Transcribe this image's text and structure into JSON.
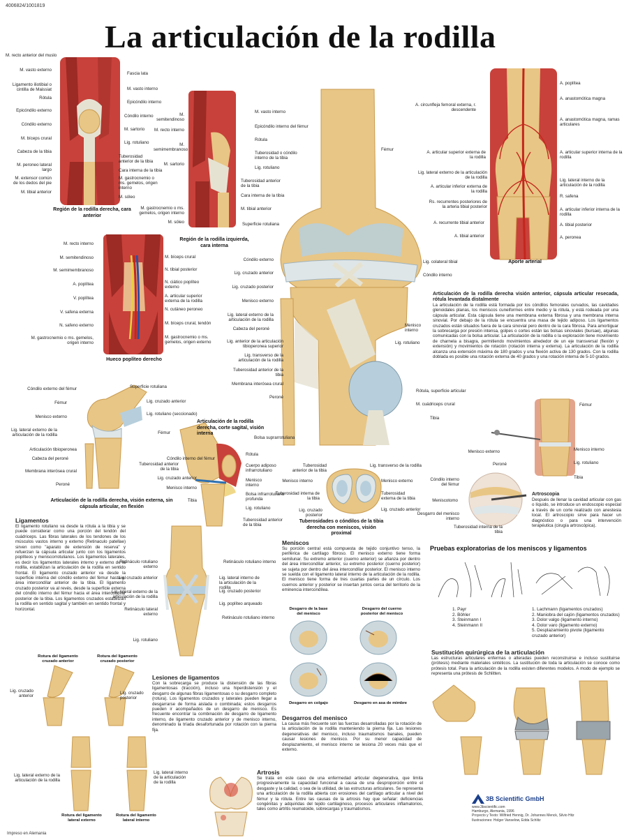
{
  "header": {
    "code": "4006824/1001819",
    "title": "La articulación de la rodilla"
  },
  "fig_anterior": {
    "caption": "Región de la rodilla derecha, cara anterior",
    "labels_left": [
      "M. recto anterior del muslo",
      "M. vasto externo",
      "Ligamento iliotibial o cintilla de Maissiat",
      "Rótula",
      "Epicóndilo externo",
      "Cóndilo externo",
      "M. bíceps crural",
      "Cabeza de la tibia",
      "M. peroneo lateral largo",
      "M. extensor común de los dedos del pie",
      "M. tibial anterior"
    ],
    "labels_right": [
      "Fascia lata",
      "M. vasto interno",
      "Epicóndilo interno",
      "Cóndilo interno",
      "M. sartorio",
      "Lig. rotuliano",
      "Tuberosidad anterior de la tibia",
      "Cara interna de la tibia",
      "M. gastrocnemio o ms. gemelos, origen interno",
      "M. sóleo"
    ]
  },
  "fig_interna": {
    "caption": "Región de la rodilla izquierda, cara interna",
    "labels_left": [
      "M. semitendinoso",
      "M. recto interno",
      "M. semimembranoso",
      "M. sartorio",
      "M. gastrocnemio o ms. gemelos, origen interno",
      "M. sóleo"
    ],
    "labels_right": [
      "M. vasto interno",
      "Epicóndilo interno del fémur",
      "Rótula",
      "Tuberosidad o cóndilo interno de la tibia",
      "Lig. rotuliano",
      "Tuberosidad anterior de la tibia",
      "Cara interna de la tibia",
      "M. tibial anterior"
    ]
  },
  "fig_popliteo": {
    "caption": "Hueco poplíteo derecho",
    "labels_left": [
      "M. recto interno",
      "M. semitendinoso",
      "M. semimembranoso",
      "A. poplítea",
      "V. poplítea",
      "V. safena externa",
      "N. safeno externo",
      "M. gastrocnemio o ms. gemelos, origen interno"
    ],
    "labels_right": [
      "M. bíceps crural",
      "N. tibial posterior",
      "N. ciático poplíteo externo",
      "A. articular superior externa de la rodilla",
      "N. cutáneo peroneo",
      "M. bíceps crural, tendón",
      "M. gastrocnemio o ms. gemelos, origen externo"
    ]
  },
  "fig_main": {
    "labels_right": [
      "Fémur",
      "Lig. colateral tibial",
      "Cóndilo interno",
      "Menisco interno",
      "Lig. rotuliano",
      "Rótula, superficie articular",
      "M. cuádriceps crural",
      "Tibia"
    ],
    "labels_left": [
      "Superficie rotuliana",
      "Cóndilo externo",
      "Lig. cruzado anterior",
      "Lig. cruzado posterior",
      "Menisco externo",
      "Lig. lateral externo de la articulación de la rodilla",
      "Cabeza del peroné",
      "Lig. anterior de la articulación tibioperonea superior",
      "Lig. transverso de la articulación de la rodilla",
      "Tuberosidad anterior de la tibia",
      "Membrana interósea crural",
      "Peroné"
    ]
  },
  "fig_arterial": {
    "caption": "Aporte arterial",
    "labels_left": [
      "A. circunfleja femoral externa, r. descendente",
      "A. articular superior externa de la rodilla",
      "Lig. lateral externo de la articulación de la rodilla",
      "A. articular inferior externa de la rodilla",
      "Rs. recurrentes posteriores de la arteria tibial posterior",
      "A. recurrente tibial anterior",
      "A. tibial anterior"
    ],
    "labels_right": [
      "A. poplítea",
      "A. anastomótica magna",
      "A. anastomótica magna, ramas articulares",
      "A. articular superior interna de la rodilla",
      "Lig. lateral interno de la articulación de la rodilla",
      "R. safena",
      "A. articular inferior interna de la rodilla",
      "A. tibial posterior",
      "A. peronea"
    ]
  },
  "text_main": {
    "heading": "Articulación de la rodilla derecha visión anterior, cápsula articular resecada, rótula levantada distalmente",
    "body": "La articulación de la rodilla está formada por los cóndilos femorales curvados, las cavidades glenoidales planas, los meniscos cuneiformes entre medio y la rótula, y está rodeada por una cápsula articular. Esta cápsula tiene una membrana externa fibrosa y una membrana interna sinovial. Por debajo de la rótula se encuentra una masa de tejido adiposo. Los ligamentos cruzados están situados fuera de la cara sinovial pero dentro de la cara fibrosa. Para amortiguar la sobrecarga por presión intensa, golpes o cortes están las bolsas sinoviales (bursae), algunas comunicadas con la bolsa articular. La articulación de la rodilla o la exploración tiene movimiento de charnela a bisagra, permitiendo movimientos alrededor de un eje transversal (flexión y extensión) y movimientos de rotación (rotación interna y externa). La articulación de la rodilla alcanza una extensión máxima de 180 grados y una flexión activa de 130 grados. Con la rodilla doblada es posible una rotación externa de 40 grados y una rotación interna de 5-10 grados."
  },
  "fig_flexion": {
    "caption": "Articulación de la rodilla derecha, visión externa, sin cápsula articular, en flexión",
    "labels": [
      "Cóndilo externo del fémur",
      "Fémur",
      "Menisco externo",
      "Lig. lateral externo de la articulación de la rodilla",
      "Articulación tibioperonea",
      "Cabeza del peroné",
      "Membrana interósea crural",
      "Peroné",
      "Superficie rotuliana",
      "Lig. cruzado anterior",
      "Lig. rotuliano (seccionado)"
    ]
  },
  "fig_sagital": {
    "caption": "Articulación de la rodilla derecha, corte sagital, visión interna",
    "labels_left": [
      "Fémur",
      "Cóndilo interno del fémur",
      "Tuberosidad anterior de la tibia",
      "Lig. cruzado anterior",
      "Menisco interno",
      "Tibia"
    ],
    "labels_right": [
      "Bolsa suprarrotuliana",
      "Rótula",
      "Cuerpo adiposo infrarrotuliano",
      "Menisco interno",
      "Bolsa infrarrotuliana profunda",
      "Lig. rotuliano",
      "Tuberosidad anterior de la tibia"
    ]
  },
  "fig_meniscos": {
    "caption": "Tuberosidades o cóndilos de la tibia derecha con meniscos, visión proximal",
    "labels_left": [
      "Tuberosidad anterior de la tibia",
      "Menisco interno",
      "Tuberosidad interna de la tibia",
      "Lig. cruzado posterior"
    ],
    "labels_right": [
      "Lig. transverso de la rodilla",
      "Menisco externo",
      "Tuberosidad externa de la tibia",
      "Lig. cruzado anterior"
    ]
  },
  "fig_artroscopia": {
    "labels": [
      "Fémur",
      "Menisco externo",
      "Menisco interno",
      "Peroné",
      "Lig. rotuliano",
      "Tibia",
      "Cóndilo interno del fémur",
      "Meniscotomo",
      "Desgarro del menisco interno",
      "Tuberosidad interna de la tibia"
    ],
    "heading": "Artroscopia",
    "body": "Después de llenar la cavidad articular con gas o líquido, se introduce un endoscopio especial a través de un corte realizado con anestesia local. El artroscopio sirve para hacer un diagnóstico o para una intervención terapéutica (cirugía artroscópica)."
  },
  "ligamentos": {
    "heading": "Ligamentos",
    "body": "El ligamento rotuliano va desde la rótula a la tibia y se puede considerar como una porción del tendón del cuádriceps. Las fibras laterales de los tendones de los músculos vastos interno y externo (Retinaculo patellae) sirven como \"aparato de extensión de reserva\" y refuerzan la cápsula articular junto con los ligamentos poplíteos y meniscorrotulianos. Los ligamentos laterales, es decir los ligamentos laterales interno y externo de la rodilla, estabilizan la articulación de la rodilla en sentido frontal. El ligamento cruzado anterior va desde la superficie interna del cóndilo externo del fémur hasta el área intercondílar anterior de la tibia. El ligamento cruzado posterior va al revés, desde la superficie externa del cóndilo interno del fémur hacia el área intercondílar posterior de la tibia. Los ligamentos cruzados estabilizan la rodilla en sentido sagital y también en sentido frontal y horizontal."
  },
  "fig_ligamentos": {
    "labels_left": [
      "Retináculo rotuliano externo",
      "Lig. cruzado anterior",
      "Lig. lateral externo de la articulación de la rodilla",
      "Retináculo lateral externo",
      "Lig. rotuliano"
    ],
    "labels_right": [
      "Retináculo rotuliano interno",
      "Lig. lateral interno de la articulación de la rodilla",
      "Lig. cruzado posterior",
      "Lig. poplíteo arqueado",
      "Retináculo rotuliano interno"
    ]
  },
  "meniscos_text": {
    "heading": "Meniscos",
    "body": "Su porción central está compuesta de tejido conjuntivo tenso, la periférica de cartílago fibroso. El menisco externo tiene forma semilunar. Su extremo anterior (cuerno anterior) se afianza por dentro del área intercondílar anterior, su extremo posterior (cuerno posterior) se sujeta por dentro del área intercondílar posterior. El menisco interno se suelda con el ligamento lateral interno de la articulación de la rodilla. El menisco tiene forma de tres cuartas partes de un círculo. Los cuernos anterior y posterior se insertan juntos cerca del territorio de la eminencia intercondílea."
  },
  "pruebas": {
    "heading": "Pruebas exploratorias de los meniscos y ligamentos",
    "list_left": [
      "1. Payr",
      "2. Böhler",
      "3. Steinmann I",
      "4. Steinmann II"
    ],
    "list_right": [
      "1. Lachmann (ligamentos cruzados)",
      "2. Maniobra del cajón (ligamentos cruzados)",
      "3. Dolor valgo (ligamento interno)",
      "4. Dolor varo (ligamento externo)",
      "5. Desplazamiento pivote (ligamento cruzado anterior)"
    ]
  },
  "desgarros_figs": {
    "labels": [
      "Desgarro de la base del menisco",
      "Desgarro del cuerno posterior del menisco",
      "Desgarro en colgajo",
      "Desgarro en asa de mimbre"
    ]
  },
  "sustitucion": {
    "heading": "Sustitución quirúrgica de la articulación",
    "body": "Las estructuras articulares enfermas o alteradas pueden reconstruirse e incluso sustituirse (prótesis) mediante materiales sintéticos. La sustitución de toda la articulación se conoce como prótesis total. Para la articulación de la rodilla existen diferentes modelos. A modo de ejemplo se representa una prótesis de Schlitten."
  },
  "rotura_figs": {
    "labels": [
      "Rotura del ligamento cruzado anterior",
      "Rotura del ligamento cruzado posterior",
      "Lig. cruzado anterior",
      "Lig. cruzado posterior",
      "Lig. lateral externo de la articulación de la rodilla",
      "Lig. lateral interno de la articulación de la rodilla",
      "Rotura del ligamento lateral externo",
      "Rotura del ligamento lateral interno"
    ]
  },
  "lesiones": {
    "heading": "Lesiones de ligamentos",
    "body": "Con la sobrecarga se produce la distensión de las fibras ligamentosas (tracción), incluso una hiperdistensión y el desgarro de algunas fibras ligamentosas o su desgarro completo (rotura). Los ligamentos cruzados y laterales pueden llegar a desgarrarse de forma aislada o combinada; estos desgarros pueden ir acompañados de un desgarro de menisco. Es frecuente encontrar la combinación de desgarro de ligamento interno, de ligamento cruzado anterior y de menisco interno, denominado la tríada desafortunada por rotación con la pierna fija."
  },
  "desgarros_text": {
    "heading": "Desgarros del menisco",
    "body": "La causa más frecuente son las fuerzas desarrolladas por la rotación de la articulación de la rodilla manteniendo la pierna fija. Las lesiones degenerativas del menisco, incluso traumatismos banales, pueden causar lesiones de menisco. Por su menor capacidad de desplazamiento, el menisco interno se lesiona 20 veces más que el externo."
  },
  "artrosis": {
    "heading": "Artrosis",
    "body": "Se trata en este caso de una enfermedad articular degenerativa, que limita progresivamente la capacidad funcional a causa de una desproporción entre el desgaste y la calidad, o sea de la utilidad, de las estructuras articulares. Se representa una articulación de la rodilla abierta con erosiones del cartílago articular a nivel del fémur y la rótula. Entre las causas de la artrosis hay que señalar: deficiencias congénitas y adquiridas del tejido cartilaginoso, procesos articulares inflamatorios, tales como artritis reumatoide, sobrecargas y traumatismos."
  },
  "footer": {
    "printed": "Impreso en Alemania",
    "brand": "3B Scientific GmbH",
    "credits": [
      "www.3bscientific.com",
      "Hamburgo, Alemania, 1996",
      "Proyecto y Texto: Wilfried Hennig, Dr. Johannes Menck, Silvio Hitz",
      "Ilustraciones: Holger Vanselow, Edda Schlitz"
    ]
  },
  "colors": {
    "muscle": "#c8413a",
    "muscle_dark": "#9c2a25",
    "bone": "#e8c685",
    "bone_dark": "#c99a4e",
    "cartilage": "#b7cfdc",
    "tendon": "#e6e2d2",
    "artery": "#c4261d",
    "vein": "#2c4fa0",
    "nerve": "#e8d23a",
    "brand": "#1a3f8c"
  }
}
